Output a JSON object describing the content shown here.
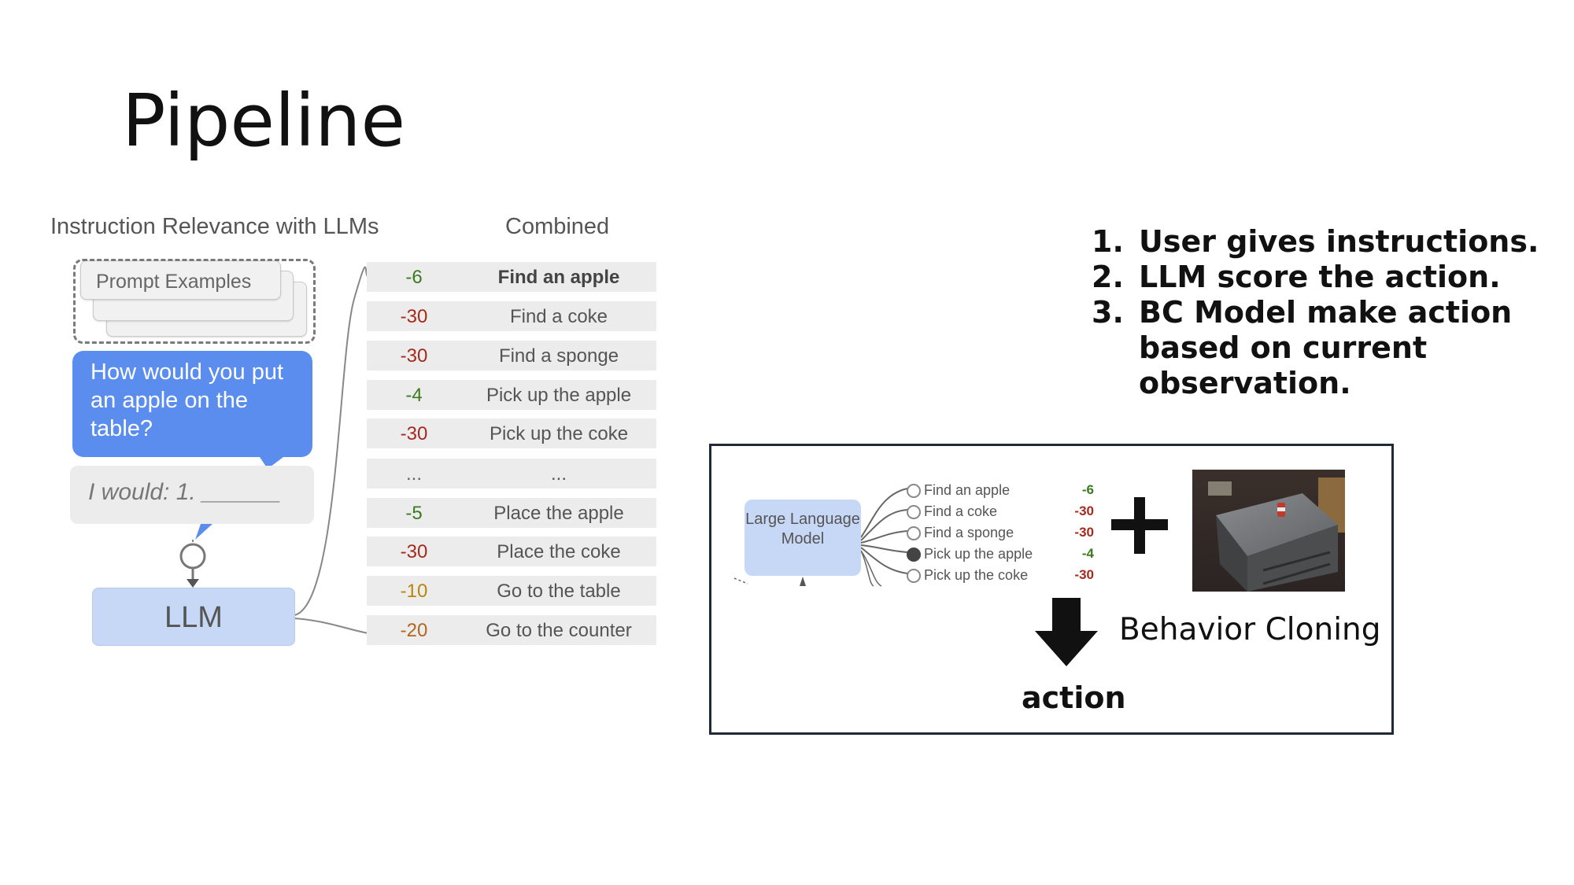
{
  "title": "Pipeline",
  "left_figure": {
    "heading": "Instruction Relevance with LLMs",
    "combined_heading": "Combined",
    "prompt_examples": "Prompt Examples",
    "question": "How would you put an apple on the table?",
    "answer": "I would: 1. ______",
    "llm_label": "LLM",
    "rows": [
      {
        "score": "-6",
        "label": "Find an apple",
        "color": "#3c7a1f",
        "bold": true
      },
      {
        "score": "-30",
        "label": "Find a coke",
        "color": "#a52a1e",
        "bold": false
      },
      {
        "score": "-30",
        "label": "Find a sponge",
        "color": "#a52a1e",
        "bold": false
      },
      {
        "score": "-4",
        "label": "Pick up the apple",
        "color": "#3c7a1f",
        "bold": false
      },
      {
        "score": "-30",
        "label": "Pick up the coke",
        "color": "#a52a1e",
        "bold": false
      },
      {
        "score": "...",
        "label": "...",
        "color": "#666666",
        "bold": false
      },
      {
        "score": "-5",
        "label": "Place the apple",
        "color": "#3c7a1f",
        "bold": false
      },
      {
        "score": "-30",
        "label": "Place the coke",
        "color": "#a52a1e",
        "bold": false
      },
      {
        "score": "-10",
        "label": "Go to the table",
        "color": "#b8860b",
        "bold": false
      },
      {
        "score": "-20",
        "label": "Go to the counter",
        "color": "#b5651d",
        "bold": false
      }
    ]
  },
  "steps": [
    {
      "num": "1.",
      "text": "User gives instructions."
    },
    {
      "num": "2.",
      "text": "LLM score the action."
    },
    {
      "num": "3.",
      "text": "BC Model make action based on current observation."
    }
  ],
  "panel": {
    "lm_label": "Large Language Model",
    "mini_rows": [
      {
        "label": "Find an apple",
        "score": "-6",
        "color": "#3c7a1f",
        "filled": false
      },
      {
        "label": "Find a coke",
        "score": "-30",
        "color": "#a52a1e",
        "filled": false
      },
      {
        "label": "Find a sponge",
        "score": "-30",
        "color": "#a52a1e",
        "filled": false
      },
      {
        "label": "Pick up the apple",
        "score": "-4",
        "color": "#3c7a1f",
        "filled": true
      },
      {
        "label": "Pick up the coke",
        "score": "-30",
        "color": "#a52a1e",
        "filled": false
      }
    ],
    "bc_label": "Behavior Cloning",
    "action_label": "action"
  }
}
